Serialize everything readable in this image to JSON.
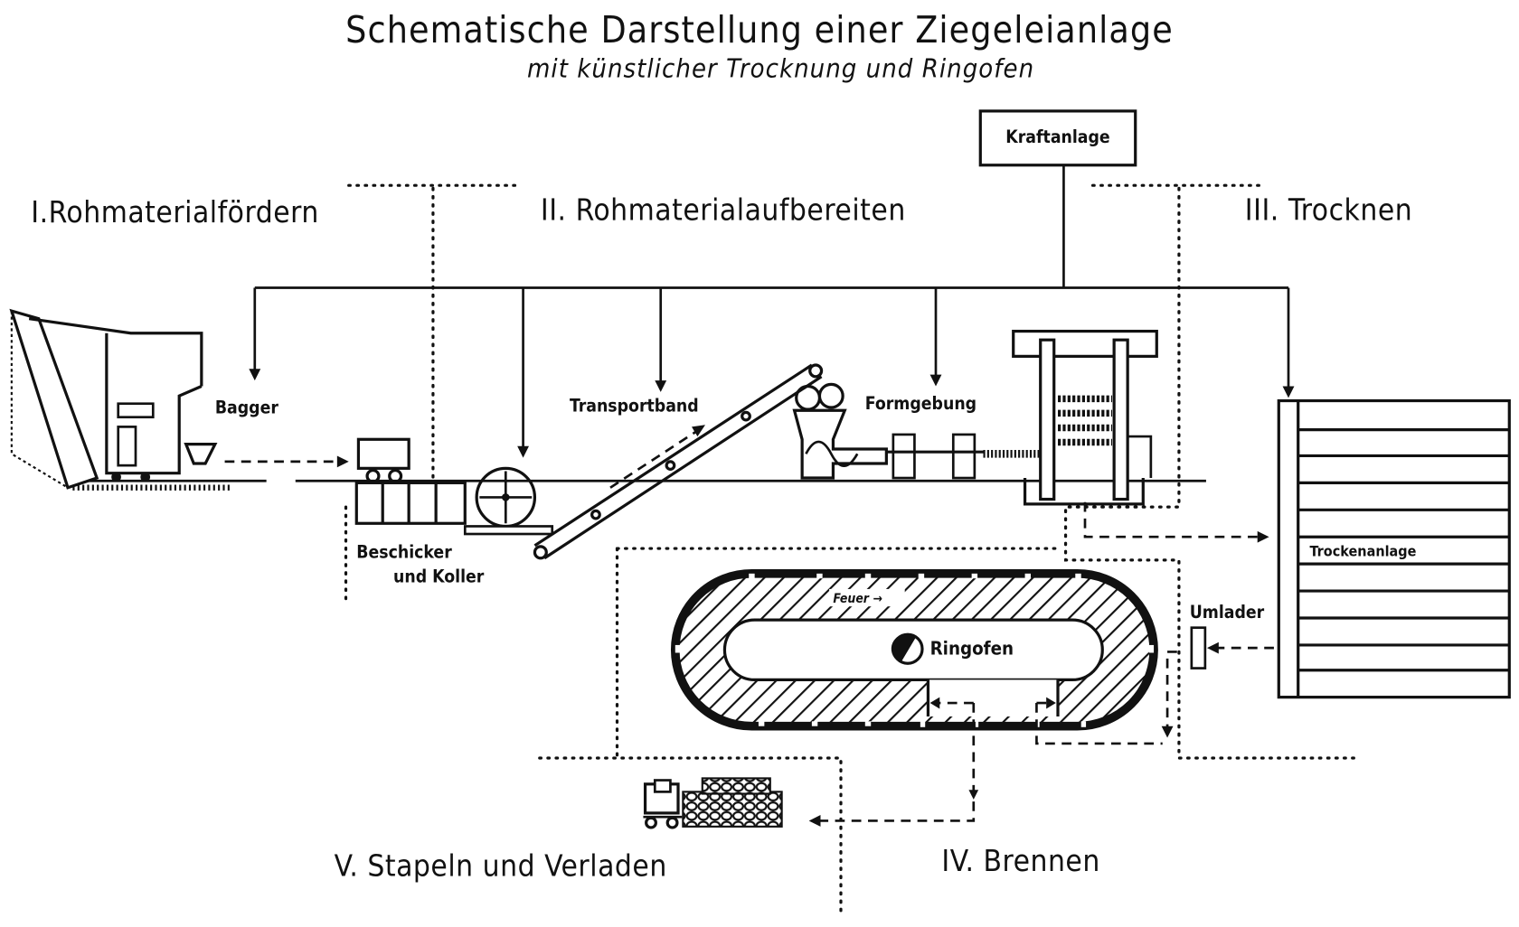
{
  "title": "Schematische Darstellung einer Ziegeleianlage",
  "subtitle": "mit künstlicher Trocknung und Ringofen",
  "sections": {
    "s1": "I.Rohmaterialfördern",
    "s2": "II. Rohmaterialaufbereiten",
    "s3": "III. Trocknen",
    "s4": "IV. Brennen",
    "s5": "V. Stapeln und Verladen"
  },
  "labels": {
    "kraftanlage": "Kraftanlage",
    "bagger": "Bagger",
    "transportband": "Transportband",
    "formgebung": "Formgebung",
    "beschicker1": "Beschicker",
    "beschicker2": "und Koller",
    "trockenanlage": "Trockenanlage",
    "umlader": "Umlader",
    "feuer": "Feuer →",
    "ringofen": "Ringofen"
  }
}
